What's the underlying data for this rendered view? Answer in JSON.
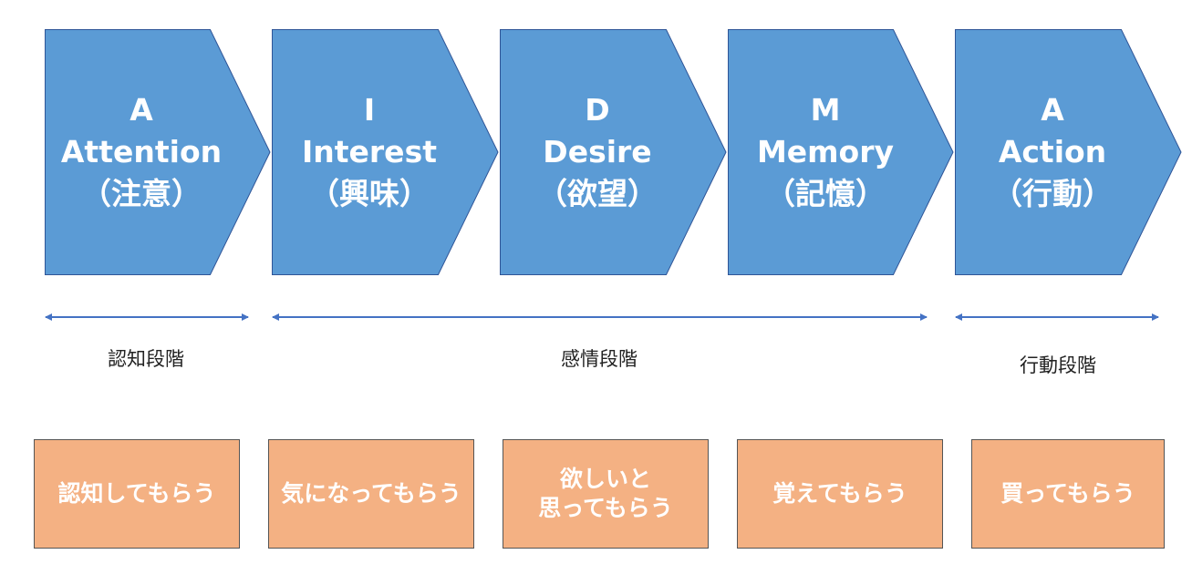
{
  "colors": {
    "chevron_fill": "#5b9bd5",
    "chevron_stroke": "#2f5597",
    "arrow": "#4472c4",
    "goal_fill": "#f4b183",
    "goal_border": "#555555",
    "label_text": "#222222"
  },
  "stages": [
    {
      "letter": "A",
      "name": "Attention",
      "jp": "（注意）"
    },
    {
      "letter": "I",
      "name": "Interest",
      "jp": "（興味）"
    },
    {
      "letter": "D",
      "name": "Desire",
      "jp": "（欲望）"
    },
    {
      "letter": "M",
      "name": "Memory",
      "jp": "（記憶）"
    },
    {
      "letter": "A",
      "name": "Action",
      "jp": "（行動）"
    }
  ],
  "phases": [
    {
      "label": "認知段階"
    },
    {
      "label": "感情段階"
    },
    {
      "label": "行動段階"
    }
  ],
  "goals": [
    {
      "line1": "認知してもらう",
      "line2": ""
    },
    {
      "line1": "気になってもらう",
      "line2": ""
    },
    {
      "line1": "欲しいと",
      "line2": "思ってもらう"
    },
    {
      "line1": "覚えてもらう",
      "line2": ""
    },
    {
      "line1": "買ってもらう",
      "line2": ""
    }
  ]
}
